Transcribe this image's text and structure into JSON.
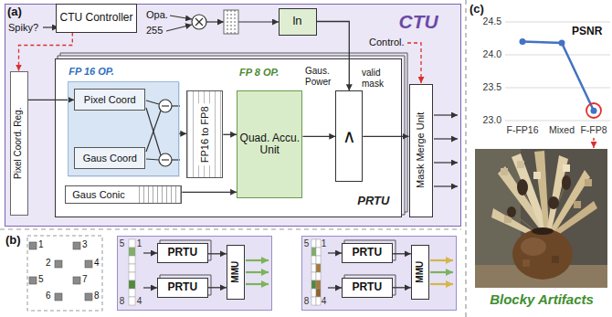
{
  "diagram": {
    "nodes": [
      {
        "text": [
          "CTU"
        ]
      },
      {
        "text": [
          "CTU Controller"
        ],
        "in": 0
      },
      {
        "text": [
          "Pixel Coord. Reg."
        ],
        "in": 0
      },
      {
        "text": [
          "ln"
        ],
        "in": 0
      },
      {
        "text": [
          "Mask Merge Unit"
        ],
        "in": 0
      },
      {
        "text": [
          "PRTU"
        ],
        "in": 0
      },
      {
        "text": [
          "FP 16 OP."
        ],
        "in": 5
      },
      {
        "text": [
          "Pixel Coord"
        ],
        "in": 6
      },
      {
        "text": [
          "Gaus Coord"
        ],
        "in": 6
      },
      {
        "text": [
          "FP16 to FP8"
        ],
        "in": 5
      },
      {
        "text": [
          "Quad. Accu. Unit"
        ],
        "in": 5
      },
      {
        "text": [
          "Gaus Conic"
        ],
        "in": 5
      },
      {
        "text": [
          "∧"
        ],
        "in": 5
      },
      {
        "text": [
          "5",
          "1",
          "8",
          "4"
        ]
      },
      {
        "text": [
          "PRTU"
        ],
        "in": 13
      },
      {
        "text": [
          "PRTU"
        ],
        "in": 13
      },
      {
        "text": [
          "MMU"
        ],
        "in": 13
      },
      {
        "text": [
          "5",
          "1",
          "8",
          "4"
        ]
      },
      {
        "text": [
          "PRTU"
        ],
        "in": 17
      },
      {
        "text": [
          "PRTU"
        ],
        "in": 17
      },
      {
        "text": [
          "MMU"
        ],
        "in": 17
      }
    ],
    "edges": [
      {
        "from": 1,
        "to": 2,
        "arrow": "to"
      },
      {
        "from": 2,
        "to": 7,
        "arrow": "to"
      },
      {
        "from": 6,
        "to": 9,
        "arrow": "to"
      },
      {
        "from": 9,
        "to": 10,
        "arrow": "to"
      },
      {
        "from": 11,
        "to": 10,
        "arrow": "to"
      },
      {
        "from": 10,
        "to": 12,
        "arrow": "to"
      },
      {
        "from": 3,
        "to": 12,
        "arrow": "to"
      },
      {
        "from": 12,
        "to": 4,
        "arrow": "to"
      },
      {
        "from": 14,
        "to": 16,
        "arrow": "to"
      },
      {
        "from": 15,
        "to": 16,
        "arrow": "to"
      },
      {
        "from": 18,
        "to": 20,
        "arrow": "to"
      },
      {
        "from": 19,
        "to": 20,
        "arrow": "to"
      }
    ],
    "labels": [
      "(a)",
      "Spiky?",
      "Opa.",
      "255",
      "Control.",
      "FP 8 OP.",
      "Gaus. Power",
      "valid mask",
      "(b)",
      "1",
      "2",
      "3",
      "4",
      "5",
      "6",
      "7",
      "8",
      "(c)",
      "PSNR",
      "24.5",
      "24.0",
      "23.5",
      "23.0",
      "F-FP16",
      "Mixed",
      "F-FP8",
      "Blocky Artifacts"
    ]
  }
}
